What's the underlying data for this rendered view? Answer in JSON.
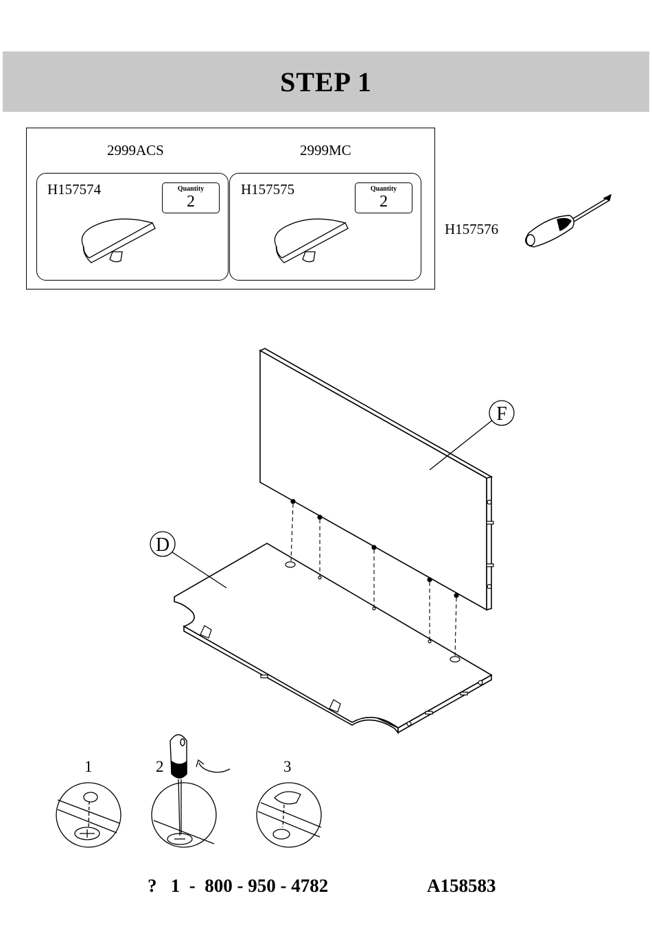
{
  "header": {
    "title": "STEP 1"
  },
  "parts": {
    "models": [
      {
        "name": "2999ACS"
      },
      {
        "name": "2999MC"
      }
    ],
    "items": [
      {
        "code": "H157574",
        "quantity_label": "Quantity",
        "quantity": "2"
      },
      {
        "code": "H157575",
        "quantity_label": "Quantity",
        "quantity": "2"
      }
    ],
    "tool": {
      "code": "H157576",
      "icon": "screwdriver-icon"
    }
  },
  "diagram": {
    "panel_labels": [
      "F",
      "D"
    ]
  },
  "detail_steps": [
    "1",
    "2",
    "3"
  ],
  "footer": {
    "phone": "?   1  -  800 - 950 - 4782",
    "part_number": "A158583"
  }
}
